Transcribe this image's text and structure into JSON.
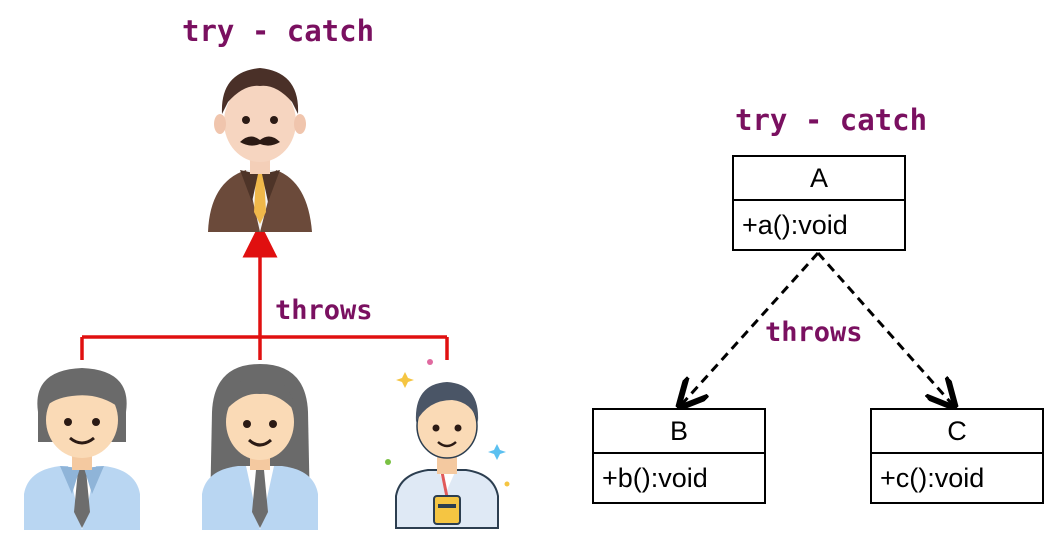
{
  "left": {
    "handler_label": "try - catch",
    "throws_label": "throws",
    "handler_icon": "boss-mustache-icon",
    "thrower_icons": [
      "employee-man-icon",
      "employee-woman-icon",
      "employee-badge-icon"
    ],
    "arrow_color": "#e01010"
  },
  "right": {
    "handler_label": "try - catch",
    "throws_label": "throws",
    "classes": [
      {
        "name": "A",
        "method": "+a():void"
      },
      {
        "name": "B",
        "method": "+b():void"
      },
      {
        "name": "C",
        "method": "+c():void"
      }
    ]
  },
  "colors": {
    "label": "#7a1060",
    "arrow": "#e01010",
    "dashed_line": "#000000"
  }
}
